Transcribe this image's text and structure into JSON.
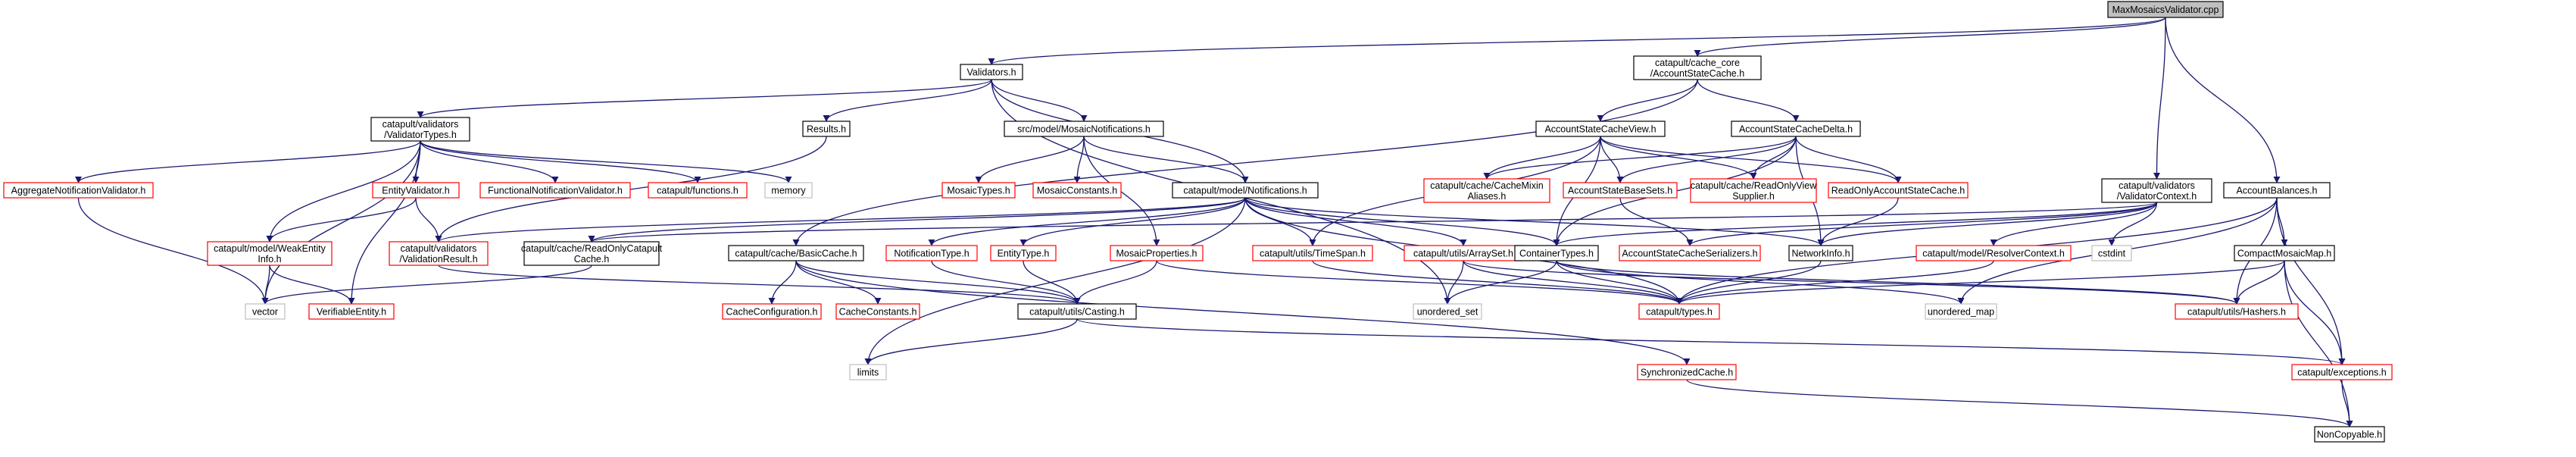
{
  "colors": {
    "edge": "#191970",
    "root_fill": "#bfbfbf",
    "normal_border": "#000000",
    "incomplete_border": "#ff0000",
    "external_border": "#bfbfbf",
    "text": "#000000"
  },
  "nodes": [
    {
      "id": "root",
      "lines": [
        "MaxMosaicsValidator.cpp"
      ],
      "style": "root"
    },
    {
      "id": "validators_h",
      "lines": [
        "Validators.h"
      ],
      "style": "normal"
    },
    {
      "id": "account_state_cache_h",
      "lines": [
        "catapult/cache_core",
        "/AccountStateCache.h"
      ],
      "style": "normal"
    },
    {
      "id": "validator_context_h",
      "lines": [
        "catapult/validators",
        "/ValidatorContext.h"
      ],
      "style": "normal"
    },
    {
      "id": "account_balances_h",
      "lines": [
        "AccountBalances.h"
      ],
      "style": "normal"
    },
    {
      "id": "validator_types_h",
      "lines": [
        "catapult/validators",
        "/ValidatorTypes.h"
      ],
      "style": "normal"
    },
    {
      "id": "results_h",
      "lines": [
        "Results.h"
      ],
      "style": "normal"
    },
    {
      "id": "mosaic_notifications_h",
      "lines": [
        "src/model/MosaicNotifications.h"
      ],
      "style": "normal"
    },
    {
      "id": "account_state_cache_view_h",
      "lines": [
        "AccountStateCacheView.h"
      ],
      "style": "normal"
    },
    {
      "id": "account_state_cache_delta_h",
      "lines": [
        "AccountStateCacheDelta.h"
      ],
      "style": "normal"
    },
    {
      "id": "aggregate_notification_validator_h",
      "lines": [
        "AggregateNotificationValidator.h"
      ],
      "style": "incomplete"
    },
    {
      "id": "entity_validator_h",
      "lines": [
        "EntityValidator.h"
      ],
      "style": "incomplete"
    },
    {
      "id": "functional_notification_validator_h",
      "lines": [
        "FunctionalNotificationValidator.h"
      ],
      "style": "incomplete"
    },
    {
      "id": "functions_h",
      "lines": [
        "catapult/functions.h"
      ],
      "style": "incomplete"
    },
    {
      "id": "memory",
      "lines": [
        "memory"
      ],
      "style": "external"
    },
    {
      "id": "mosaic_types_h",
      "lines": [
        "MosaicTypes.h"
      ],
      "style": "incomplete"
    },
    {
      "id": "mosaic_constants_h",
      "lines": [
        "MosaicConstants.h"
      ],
      "style": "incomplete"
    },
    {
      "id": "model_notifications_h",
      "lines": [
        "catapult/model/Notifications.h"
      ],
      "style": "normal"
    },
    {
      "id": "cache_mixin_aliases_h",
      "lines": [
        "catapult/cache/CacheMixin",
        "Aliases.h"
      ],
      "style": "incomplete"
    },
    {
      "id": "account_state_base_sets_h",
      "lines": [
        "AccountStateBaseSets.h"
      ],
      "style": "incomplete"
    },
    {
      "id": "read_only_view_supplier_h",
      "lines": [
        "catapult/cache/ReadOnlyView",
        "Supplier.h"
      ],
      "style": "incomplete"
    },
    {
      "id": "read_only_account_state_cache_h",
      "lines": [
        "ReadOnlyAccountStateCache.h"
      ],
      "style": "incomplete"
    },
    {
      "id": "weak_entity_info_h",
      "lines": [
        "catapult/model/WeakEntity",
        "Info.h"
      ],
      "style": "incomplete"
    },
    {
      "id": "validation_result_h",
      "lines": [
        "catapult/validators",
        "/ValidationResult.h"
      ],
      "style": "incomplete"
    },
    {
      "id": "read_only_catapult_cache_h",
      "lines": [
        "catapult/cache/ReadOnlyCatapult",
        "Cache.h"
      ],
      "style": "normal"
    },
    {
      "id": "basic_cache_h",
      "lines": [
        "catapult/cache/BasicCache.h"
      ],
      "style": "normal"
    },
    {
      "id": "notification_type_h",
      "lines": [
        "NotificationType.h"
      ],
      "style": "incomplete"
    },
    {
      "id": "entity_type_h",
      "lines": [
        "EntityType.h"
      ],
      "style": "incomplete"
    },
    {
      "id": "mosaic_properties_h",
      "lines": [
        "MosaicProperties.h"
      ],
      "style": "incomplete"
    },
    {
      "id": "time_span_h",
      "lines": [
        "catapult/utils/TimeSpan.h"
      ],
      "style": "incomplete"
    },
    {
      "id": "array_set_h",
      "lines": [
        "catapult/utils/ArraySet.h"
      ],
      "style": "incomplete"
    },
    {
      "id": "container_types_h",
      "lines": [
        "ContainerTypes.h"
      ],
      "style": "normal"
    },
    {
      "id": "account_state_cache_serializers_h",
      "lines": [
        "AccountStateCacheSerializers.h"
      ],
      "style": "incomplete"
    },
    {
      "id": "network_info_h",
      "lines": [
        "NetworkInfo.h"
      ],
      "style": "normal"
    },
    {
      "id": "resolver_context_h",
      "lines": [
        "catapult/model/ResolverContext.h"
      ],
      "style": "incomplete"
    },
    {
      "id": "cstdint",
      "lines": [
        "cstdint"
      ],
      "style": "external"
    },
    {
      "id": "compact_mosaic_map_h",
      "lines": [
        "CompactMosaicMap.h"
      ],
      "style": "normal"
    },
    {
      "id": "vector",
      "lines": [
        "vector"
      ],
      "style": "external"
    },
    {
      "id": "verifiable_entity_h",
      "lines": [
        "VerifiableEntity.h"
      ],
      "style": "incomplete"
    },
    {
      "id": "cache_configuration_h",
      "lines": [
        "CacheConfiguration.h"
      ],
      "style": "incomplete"
    },
    {
      "id": "cache_constants_h",
      "lines": [
        "CacheConstants.h"
      ],
      "style": "incomplete"
    },
    {
      "id": "casting_h",
      "lines": [
        "catapult/utils/Casting.h"
      ],
      "style": "normal"
    },
    {
      "id": "unordered_set",
      "lines": [
        "unordered_set"
      ],
      "style": "external"
    },
    {
      "id": "types_h",
      "lines": [
        "catapult/types.h"
      ],
      "style": "incomplete"
    },
    {
      "id": "unordered_map",
      "lines": [
        "unordered_map"
      ],
      "style": "external"
    },
    {
      "id": "hashers_h",
      "lines": [
        "catapult/utils/Hashers.h"
      ],
      "style": "incomplete"
    },
    {
      "id": "limits",
      "lines": [
        "limits"
      ],
      "style": "external"
    },
    {
      "id": "synchronized_cache_h",
      "lines": [
        "SynchronizedCache.h"
      ],
      "style": "incomplete"
    },
    {
      "id": "exceptions_h",
      "lines": [
        "catapult/exceptions.h"
      ],
      "style": "incomplete"
    },
    {
      "id": "noncopyable_h",
      "lines": [
        "NonCopyable.h"
      ],
      "style": "normal"
    }
  ],
  "edges": [
    [
      "root",
      "validators_h"
    ],
    [
      "root",
      "account_state_cache_h"
    ],
    [
      "root",
      "validator_context_h"
    ],
    [
      "root",
      "account_balances_h"
    ],
    [
      "validators_h",
      "validator_types_h"
    ],
    [
      "validators_h",
      "results_h"
    ],
    [
      "validators_h",
      "mosaic_notifications_h"
    ],
    [
      "validators_h",
      "model_notifications_h"
    ],
    [
      "validators_h",
      "unordered_set"
    ],
    [
      "account_state_cache_h",
      "account_state_cache_view_h"
    ],
    [
      "account_state_cache_h",
      "account_state_cache_delta_h"
    ],
    [
      "account_state_cache_h",
      "basic_cache_h"
    ],
    [
      "validator_types_h",
      "aggregate_notification_validator_h"
    ],
    [
      "validator_types_h",
      "entity_validator_h"
    ],
    [
      "validator_types_h",
      "functional_notification_validator_h"
    ],
    [
      "validator_types_h",
      "functions_h"
    ],
    [
      "validator_types_h",
      "memory"
    ],
    [
      "validator_types_h",
      "weak_entity_info_h"
    ],
    [
      "validator_types_h",
      "verifiable_entity_h"
    ],
    [
      "validator_types_h",
      "vector"
    ],
    [
      "results_h",
      "validation_result_h"
    ],
    [
      "mosaic_notifications_h",
      "mosaic_types_h"
    ],
    [
      "mosaic_notifications_h",
      "mosaic_constants_h"
    ],
    [
      "mosaic_notifications_h",
      "model_notifications_h"
    ],
    [
      "mosaic_notifications_h",
      "mosaic_properties_h"
    ],
    [
      "account_state_cache_view_h",
      "cache_mixin_aliases_h"
    ],
    [
      "account_state_cache_view_h",
      "account_state_base_sets_h"
    ],
    [
      "account_state_cache_view_h",
      "read_only_view_supplier_h"
    ],
    [
      "account_state_cache_view_h",
      "read_only_account_state_cache_h"
    ],
    [
      "account_state_cache_view_h",
      "container_types_h"
    ],
    [
      "account_state_cache_view_h",
      "time_span_h"
    ],
    [
      "account_state_cache_delta_h",
      "cache_mixin_aliases_h"
    ],
    [
      "account_state_cache_delta_h",
      "account_state_base_sets_h"
    ],
    [
      "account_state_cache_delta_h",
      "read_only_view_supplier_h"
    ],
    [
      "account_state_cache_delta_h",
      "read_only_account_state_cache_h"
    ],
    [
      "account_state_cache_delta_h",
      "container_types_h"
    ],
    [
      "account_state_cache_delta_h",
      "network_info_h"
    ],
    [
      "aggregate_notification_validator_h",
      "vector"
    ],
    [
      "entity_validator_h",
      "weak_entity_info_h"
    ],
    [
      "entity_validator_h",
      "validation_result_h"
    ],
    [
      "weak_entity_info_h",
      "verifiable_entity_h"
    ],
    [
      "weak_entity_info_h",
      "vector"
    ],
    [
      "validation_result_h",
      "casting_h"
    ],
    [
      "model_notifications_h",
      "notification_type_h"
    ],
    [
      "model_notifications_h",
      "entity_type_h"
    ],
    [
      "model_notifications_h",
      "time_span_h"
    ],
    [
      "model_notifications_h",
      "array_set_h"
    ],
    [
      "model_notifications_h",
      "container_types_h"
    ],
    [
      "model_notifications_h",
      "network_info_h"
    ],
    [
      "model_notifications_h",
      "types_h"
    ],
    [
      "model_notifications_h",
      "limits"
    ],
    [
      "model_notifications_h",
      "read_only_catapult_cache_h"
    ],
    [
      "model_notifications_h",
      "validation_result_h"
    ],
    [
      "validator_context_h",
      "network_info_h"
    ],
    [
      "validator_context_h",
      "resolver_context_h"
    ],
    [
      "validator_context_h",
      "cstdint"
    ],
    [
      "validator_context_h",
      "read_only_catapult_cache_h"
    ],
    [
      "validator_context_h",
      "account_state_cache_serializers_h"
    ],
    [
      "validator_context_h",
      "container_types_h"
    ],
    [
      "account_balances_h",
      "compact_mosaic_map_h"
    ],
    [
      "account_balances_h",
      "types_h"
    ],
    [
      "account_balances_h",
      "hashers_h"
    ],
    [
      "account_balances_h",
      "exceptions_h"
    ],
    [
      "account_balances_h",
      "unordered_map"
    ],
    [
      "read_only_catapult_cache_h",
      "vector"
    ],
    [
      "basic_cache_h",
      "cache_configuration_h"
    ],
    [
      "basic_cache_h",
      "cache_constants_h"
    ],
    [
      "basic_cache_h",
      "casting_h"
    ],
    [
      "basic_cache_h",
      "synchronized_cache_h"
    ],
    [
      "notification_type_h",
      "casting_h"
    ],
    [
      "entity_type_h",
      "casting_h"
    ],
    [
      "mosaic_properties_h",
      "casting_h"
    ],
    [
      "mosaic_properties_h",
      "types_h"
    ],
    [
      "time_span_h",
      "types_h"
    ],
    [
      "array_set_h",
      "types_h"
    ],
    [
      "array_set_h",
      "hashers_h"
    ],
    [
      "array_set_h",
      "unordered_set"
    ],
    [
      "container_types_h",
      "types_h"
    ],
    [
      "container_types_h",
      "hashers_h"
    ],
    [
      "container_types_h",
      "unordered_set"
    ],
    [
      "container_types_h",
      "unordered_map"
    ],
    [
      "account_state_base_sets_h",
      "account_state_cache_serializers_h"
    ],
    [
      "read_only_account_state_cache_h",
      "network_info_h"
    ],
    [
      "network_info_h",
      "types_h"
    ],
    [
      "resolver_context_h",
      "types_h"
    ],
    [
      "compact_mosaic_map_h",
      "types_h"
    ],
    [
      "compact_mosaic_map_h",
      "hashers_h"
    ],
    [
      "compact_mosaic_map_h",
      "exceptions_h"
    ],
    [
      "compact_mosaic_map_h",
      "noncopyable_h"
    ],
    [
      "casting_h",
      "limits"
    ],
    [
      "casting_h",
      "exceptions_h"
    ],
    [
      "synchronized_cache_h",
      "noncopyable_h"
    ],
    [
      "exceptions_h",
      "noncopyable_h"
    ]
  ]
}
